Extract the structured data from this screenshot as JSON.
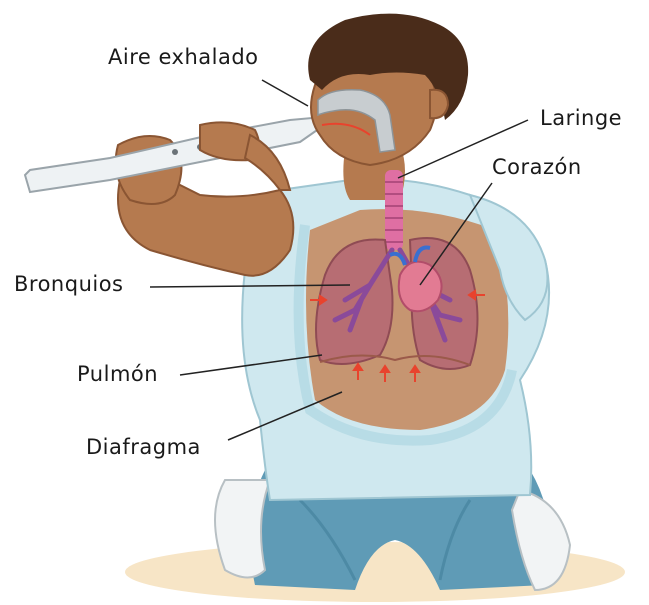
{
  "labels": {
    "aire": "Aire exhalado",
    "laringe": "Laringe",
    "corazon": "Corazón",
    "bronquios": "Bronquios",
    "pulmon": "Pulmón",
    "diafragma": "Diafragma"
  },
  "colors": {
    "skin": "#b57a4f",
    "skin_shadow": "#96603a",
    "hair": "#4a2c1a",
    "shirt": "#cfe8ef",
    "shirt_shade": "#a9d3df",
    "pants": "#5f9bb6",
    "flute": "#eef2f4",
    "lung": "#b76d73",
    "lung_dark": "#8f4b54",
    "trachea": "#df6fa3",
    "bronchi": "#8a4a9a",
    "heart": "#e27b93",
    "arrows": "#e8432d",
    "floor": "#f7e5c6",
    "leader_line": "#222222"
  }
}
